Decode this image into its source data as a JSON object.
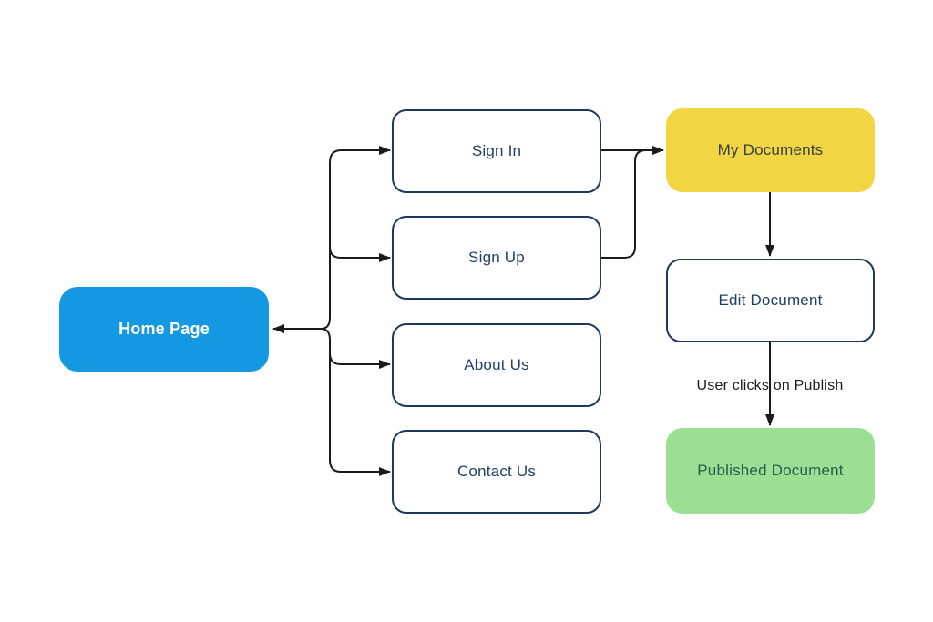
{
  "diagram": {
    "type": "flowchart",
    "nodes": {
      "home": {
        "label": "Home Page",
        "fill": "#1598e2",
        "text_color": "#ffffff",
        "style": "filled"
      },
      "sign_in": {
        "label": "Sign In",
        "fill": "#ffffff",
        "text_color": "#1f4066",
        "style": "outlined"
      },
      "sign_up": {
        "label": "Sign Up",
        "fill": "#ffffff",
        "text_color": "#1f4066",
        "style": "outlined"
      },
      "about": {
        "label": "About Us",
        "fill": "#ffffff",
        "text_color": "#1f4066",
        "style": "outlined"
      },
      "contact": {
        "label": "Contact Us",
        "fill": "#ffffff",
        "text_color": "#1f4066",
        "style": "outlined"
      },
      "my_documents": {
        "label": "My Documents",
        "fill": "#f2d542",
        "text_color": "#333e44",
        "style": "filled"
      },
      "edit_document": {
        "label": "Edit Document",
        "fill": "#ffffff",
        "text_color": "#1f4066",
        "style": "outlined"
      },
      "published": {
        "label": "Published Document",
        "fill": "#9adf93",
        "text_color": "#2b5d4d",
        "style": "filled"
      }
    },
    "edges": [
      {
        "from": "branch-point",
        "to": "home",
        "arrow": "into-home"
      },
      {
        "from": "branch-point",
        "to": "sign_in",
        "arrow": "into-sign-in"
      },
      {
        "from": "branch-point",
        "to": "sign_up",
        "arrow": "into-sign-up"
      },
      {
        "from": "branch-point",
        "to": "about",
        "arrow": "into-about"
      },
      {
        "from": "branch-point",
        "to": "contact",
        "arrow": "into-contact"
      },
      {
        "from": "sign_in",
        "to": "my_documents",
        "arrow": "into-my-documents"
      },
      {
        "from": "sign_up",
        "to": "my_documents",
        "arrow": "merges-into-sign-in-edge"
      },
      {
        "from": "my_documents",
        "to": "edit_document",
        "arrow": "down"
      },
      {
        "from": "edit_document",
        "to": "published",
        "arrow": "down",
        "label": "User clicks on Publish"
      }
    ],
    "edge_label": "User clicks on Publish",
    "colors": {
      "background": "#ffffff",
      "outline_border": "#1c3a5e",
      "outline_text": "#1f4066",
      "connector": "#1a1a1a",
      "home_fill": "#1598e2",
      "my_documents_fill": "#f2d542",
      "published_fill": "#9adf93"
    }
  }
}
